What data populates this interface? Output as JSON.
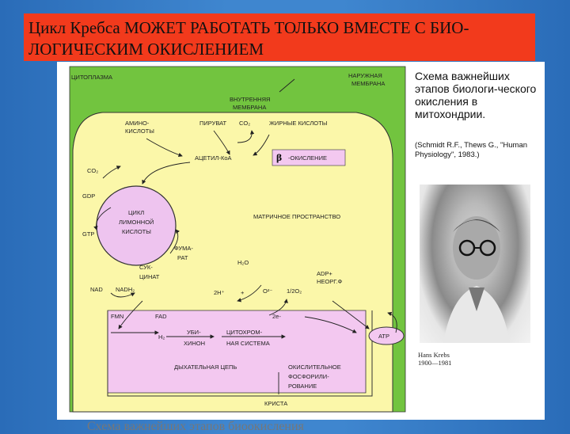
{
  "slide_title": "Цикл Кребса МОЖЕТ РАБОТАТЬ ТОЛЬКО ВМЕСТЕ С БИО-ЛОГИЧЕСКИМ ОКИСЛЕНИЕМ",
  "side_text": "Схема важнейших этапов биологи-ческого окисления в митохондрии.",
  "reference": "(Schmidt R.F., Thews G., \"Human Physiology\", 1983.)",
  "photo_caption": [
    "Hans Krebs",
    "1900—1981"
  ],
  "bottom_caption": "Схема важнейших этапов биоокисления",
  "labels": {
    "cytoplasm": "ЦИТОПЛАЗМА",
    "outer_membrane_1": "НАРУЖНАЯ",
    "outer_membrane_2": "МЕМБРАНА",
    "inner_membrane_1": "ВНУТРЕННЯЯ",
    "inner_membrane_2": "МЕМБРАНА",
    "amino_1": "АМИНО-",
    "amino_2": "КИСЛОТЫ",
    "pyruvate": "ПИРУВАТ",
    "co2_top": "CO₂",
    "fatty_acids": "ЖИРНЫЕ КИСЛОТЫ",
    "acetyl_coa": "АЦЕТИЛ-КоА",
    "beta_symbol": "β",
    "beta_ox": "-ОКИСЛЕНИЕ",
    "co2_left": "CO₂",
    "gdp": "GDP",
    "gtp": "GTP",
    "cycle_1": "ЦИКЛ",
    "cycle_2": "ЛИМОННОЙ",
    "cycle_3": "КИСЛОТЫ",
    "matrix": "МАТРИЧНОЕ ПРОСТРАНСТВО",
    "fumarate_1": "ФУМА-",
    "fumarate_2": "РАТ",
    "succinate_1": "СУК-",
    "succinate_2": "ЦИНАТ",
    "h2o": "H₂O",
    "nad": "NAD",
    "nadh2": "NADH₂",
    "h2plus": "2H⁺",
    "plus": "+",
    "o2minus": "O²⁻",
    "half_o2": "1/2O₂",
    "adp_1": "ADP+",
    "adp_2": "НЕОРГ.Ф",
    "fmn": "FMN",
    "fad": "FAD",
    "e2": "2e-",
    "h2": "H₂",
    "ubi_1": "УБИ-",
    "ubi_2": "ХИНОН",
    "cyto_1": "ЦИТОХРОМ-",
    "cyto_2": "НАЯ СИСТЕМА",
    "atp": "АТР",
    "resp_chain": "ДЫХАТЕЛЬНАЯ ЦЕПЬ",
    "oxphos_1": "ОКИСЛИТЕЛЬНОЕ",
    "oxphos_2": "ФОСФОРИЛИ-",
    "oxphos_3": "РОВАНИЕ",
    "crista": "КРИСТА"
  },
  "colors": {
    "title_bg": "#f23a1c",
    "outer_green": "#72c43f",
    "inner_yellow": "#fbf7a9",
    "chain_pink": "#f3c8f0",
    "cycle_violet": "#eec4ef"
  }
}
